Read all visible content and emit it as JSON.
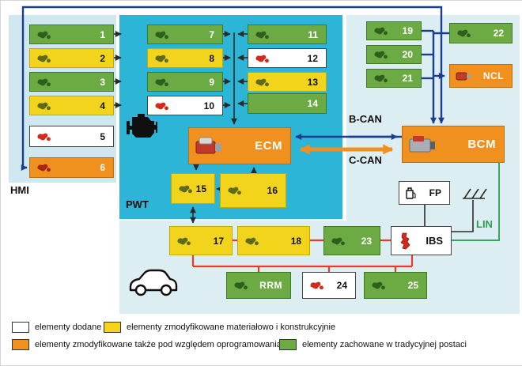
{
  "labels": {
    "hmi": "HMI",
    "pwt": "PWT",
    "b_can": "B-CAN",
    "c_can": "C-CAN",
    "lin": "LIN"
  },
  "modules": {
    "ecm": "ECM",
    "bcm": "BCM",
    "ncl": "NCL",
    "ibs": "IBS",
    "fp": "FP",
    "rrm": "RRM"
  },
  "nodes": {
    "n1": "1",
    "n2": "2",
    "n3": "3",
    "n4": "4",
    "n5": "5",
    "n6": "6",
    "n7": "7",
    "n8": "8",
    "n9": "9",
    "n10": "10",
    "n11": "11",
    "n12": "12",
    "n13": "13",
    "n14": "14",
    "n15": "15",
    "n16": "16",
    "n17": "17",
    "n18": "18",
    "n19": "19",
    "n20": "20",
    "n21": "21",
    "n22": "22",
    "n23": "23",
    "n24": "24",
    "n25": "25"
  },
  "legend": {
    "items": [
      {
        "label": "elementy dodane",
        "color": "#ffffff"
      },
      {
        "label": "elementy zmodyfikowane materiałowo i konstrukcyjnie",
        "color": "#f2d41c"
      },
      {
        "label": "elementy zmodyfikowane także pod względem oprogramowania",
        "color": "#f0901e"
      },
      {
        "label": "elementy zachowane w tradycyjnej postaci",
        "color": "#6cab43"
      }
    ]
  },
  "colors": {
    "added": "#ffffff",
    "modified_material": "#f2d41c",
    "modified_software": "#f0901e",
    "traditional": "#6cab43",
    "pwt_panel": "#2db5d8",
    "side_panels": "#ddeef3",
    "bus_navy": "#1c3e8f",
    "power_red": "#e8392b",
    "lin_green": "#3aa65a"
  }
}
